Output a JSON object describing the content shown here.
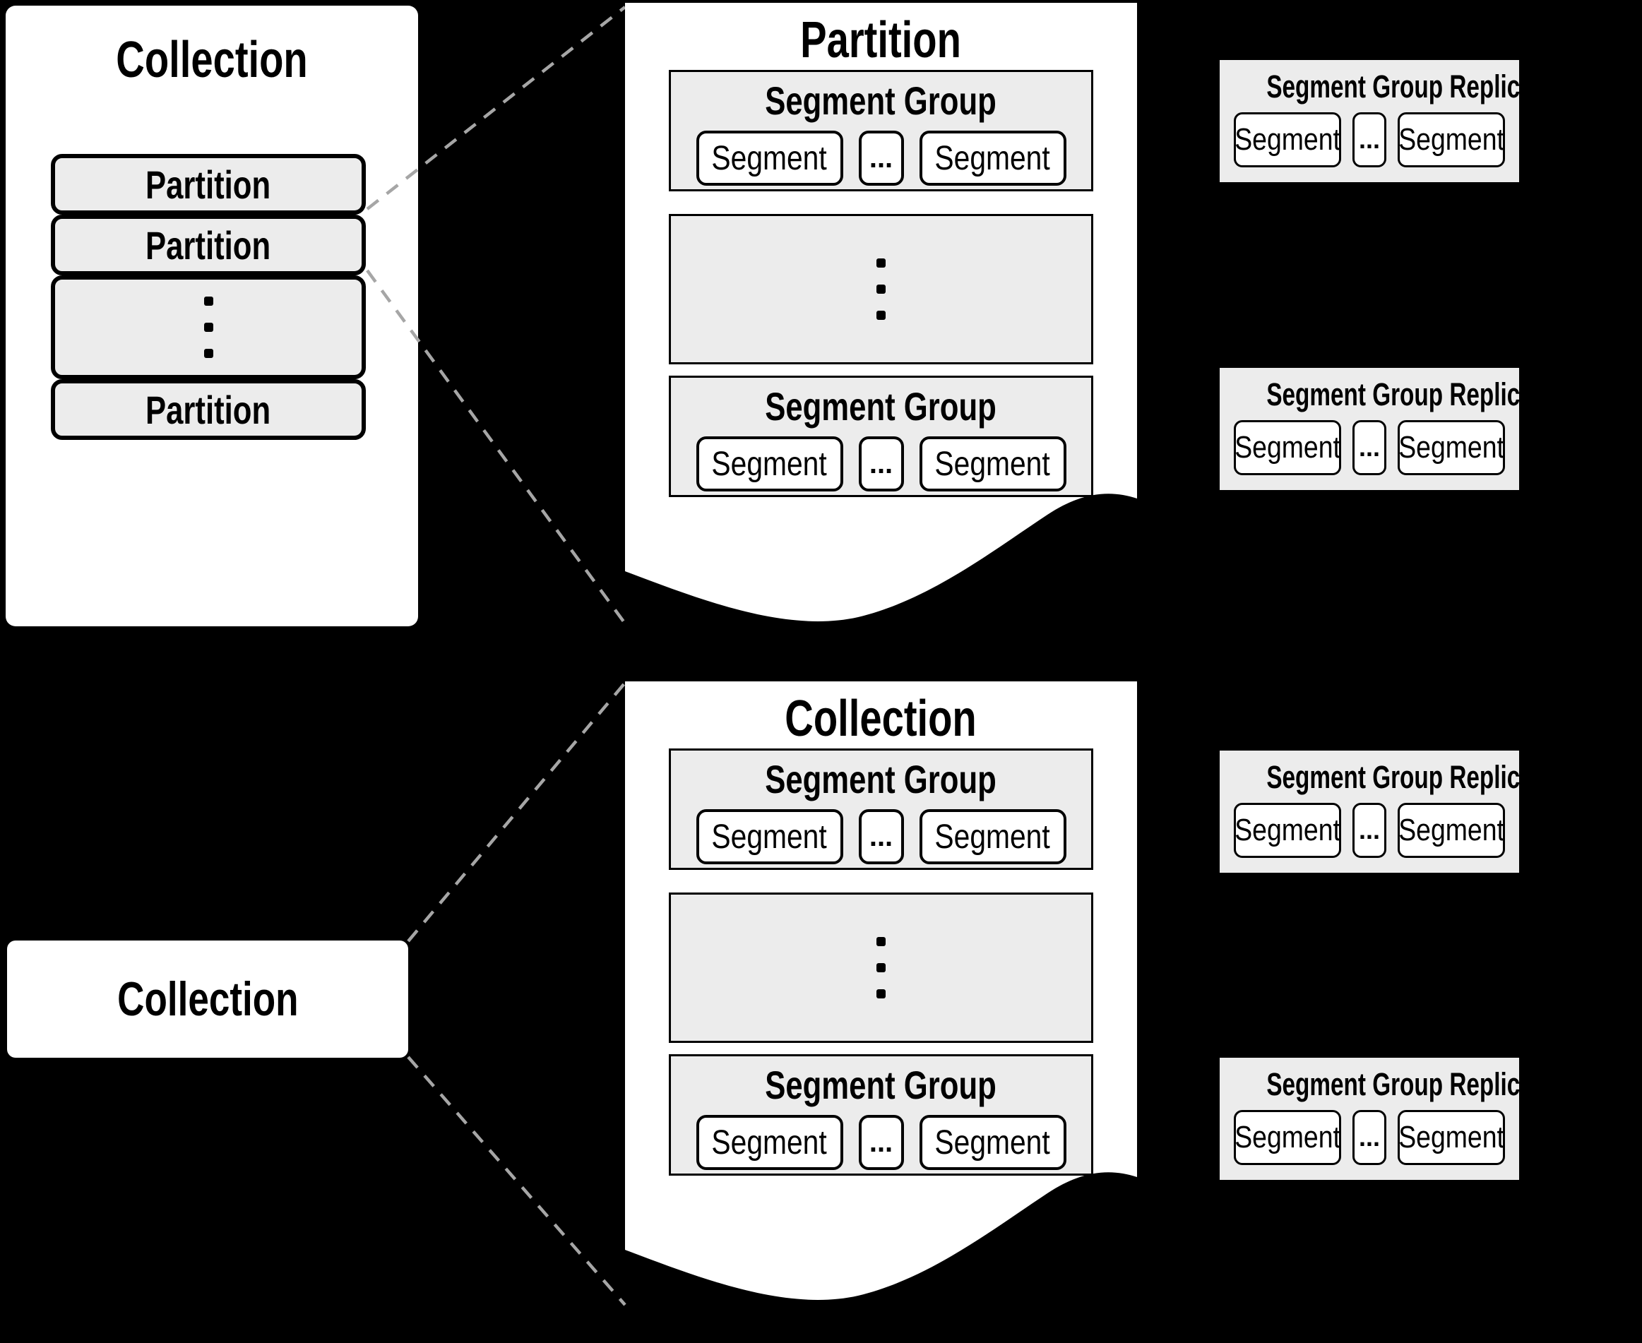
{
  "colors": {
    "background": "#000000",
    "panel_fill": "#ffffff",
    "box_fill": "#ececec",
    "border": "#000000",
    "connector_line": "#a6a6a6"
  },
  "collection_panel": {
    "title": "Collection",
    "partitions": [
      "Partition",
      "Partition",
      "Partition"
    ]
  },
  "collection_label": {
    "title": "Collection"
  },
  "partition_page": {
    "title": "Partition",
    "group_top": {
      "title": "Segment Group",
      "segment_left": "Segment",
      "ellipsis": "...",
      "segment_right": "Segment"
    },
    "group_bottom": {
      "title": "Segment Group",
      "segment_left": "Segment",
      "ellipsis": "...",
      "segment_right": "Segment"
    }
  },
  "collection_page": {
    "title": "Collection",
    "group_top": {
      "title": "Segment Group",
      "segment_left": "Segment",
      "ellipsis": "...",
      "segment_right": "Segment"
    },
    "group_bottom": {
      "title": "Segment Group",
      "segment_left": "Segment",
      "ellipsis": "...",
      "segment_right": "Segment"
    }
  },
  "replicas": [
    {
      "title": "Segment Group Replica",
      "segment_left": "Segment",
      "ellipsis": "...",
      "segment_right": "Segment"
    },
    {
      "title": "Segment Group Replica",
      "segment_left": "Segment",
      "ellipsis": "...",
      "segment_right": "Segment"
    },
    {
      "title": "Segment Group Replica",
      "segment_left": "Segment",
      "ellipsis": "...",
      "segment_right": "Segment"
    },
    {
      "title": "Segment Group Replica",
      "segment_left": "Segment",
      "ellipsis": "...",
      "segment_right": "Segment"
    }
  ]
}
